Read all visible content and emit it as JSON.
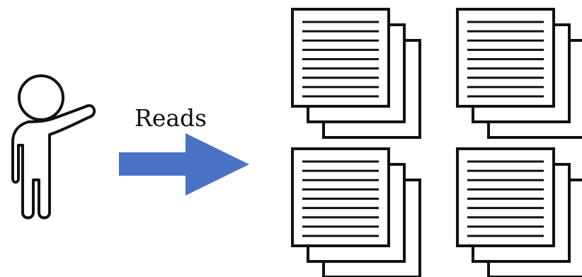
{
  "label": {
    "reads": "Reads"
  },
  "colors": {
    "arrow": "#4A72C4",
    "stroke": "#111111",
    "background": "#FFFFFF"
  },
  "icons": {
    "person": "person-pointing-icon",
    "arrow": "arrow-right-icon",
    "document_stack": "document-stack-icon"
  },
  "document_stacks": [
    {
      "id": "stack-1",
      "lines": 9
    },
    {
      "id": "stack-2",
      "lines": 9
    },
    {
      "id": "stack-3",
      "lines": 9
    },
    {
      "id": "stack-4",
      "lines": 9
    }
  ]
}
